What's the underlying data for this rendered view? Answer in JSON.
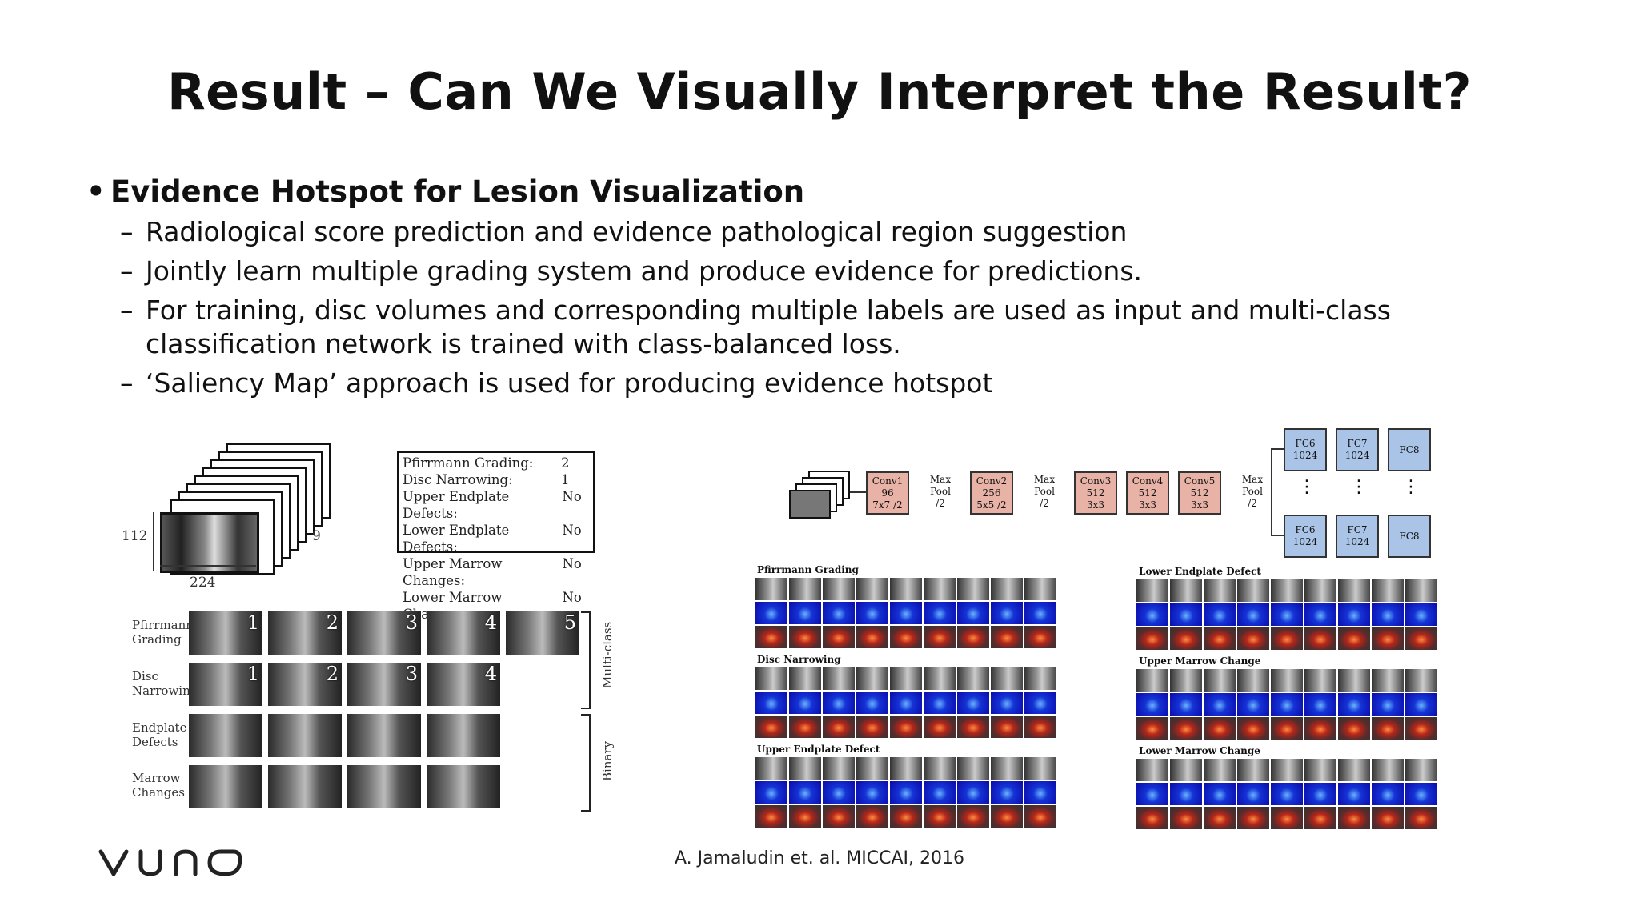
{
  "title": "Result – Can We Visually Interpret the Result?",
  "bullet": "Evidence Hotspot for Lesion Visualization",
  "subpoints": [
    "Radiological score prediction and evidence pathological region suggestion",
    "Jointly learn multiple grading system and produce evidence for predictions.",
    "For training, disc volumes and corresponding multiple labels are used as input and multi-class classification network is trained with class-balanced loss.",
    "‘Saliency Map’ approach is used for producing evidence hotspot"
  ],
  "left_figure": {
    "dims": {
      "height": "112",
      "width": "224",
      "depth": "9"
    },
    "labels": [
      {
        "k": "Pfirrmann Grading:",
        "v": "2"
      },
      {
        "k": "Disc Narrowing:",
        "v": "1"
      },
      {
        "k": "Upper Endplate Defects:",
        "v": "No"
      },
      {
        "k": "Lower Endplate Defects:",
        "v": "No"
      },
      {
        "k": "Upper Marrow Changes:",
        "v": "No"
      },
      {
        "k": "Lower Marrow Changes:",
        "v": "No"
      }
    ],
    "rows": [
      {
        "label": "Pfirrmann Grading",
        "nums": [
          "1",
          "2",
          "3",
          "4",
          "5"
        ]
      },
      {
        "label": "Disc Narrowing",
        "nums": [
          "1",
          "2",
          "3",
          "4"
        ]
      },
      {
        "label": "Endplate Defects",
        "nums": [
          "",
          "",
          "",
          ""
        ]
      },
      {
        "label": "Marrow Changes",
        "nums": [
          "",
          "",
          "",
          ""
        ]
      }
    ],
    "brace_multiclass": "Multi-class",
    "brace_binary": "Binary"
  },
  "network": {
    "convs": [
      {
        "name": "Conv1",
        "size": "96",
        "kernel": "7x7 /2"
      },
      {
        "name": "Conv2",
        "size": "256",
        "kernel": "5x5 /2"
      },
      {
        "name": "Conv3",
        "size": "512",
        "kernel": "3x3"
      },
      {
        "name": "Conv4",
        "size": "512",
        "kernel": "3x3"
      },
      {
        "name": "Conv5",
        "size": "512",
        "kernel": "3x3"
      }
    ],
    "pool": [
      "Max",
      "Pool",
      "/2"
    ],
    "fc6": [
      "FC6",
      "1024"
    ],
    "fc7": [
      "FC7",
      "1024"
    ],
    "fc8": "FC8"
  },
  "panels": {
    "pfirrmann": "Pfirrmann Grading",
    "disc": "Disc Narrowing",
    "upper_endplate": "Upper Endplate Defect",
    "lower_endplate": "Lower Endplate Defect",
    "upper_marrow": "Upper Marrow Change",
    "lower_marrow": "Lower Marrow Change"
  },
  "citation": "A. Jamaludin et. al. MICCAI, 2016",
  "logo_text": "VUNO"
}
